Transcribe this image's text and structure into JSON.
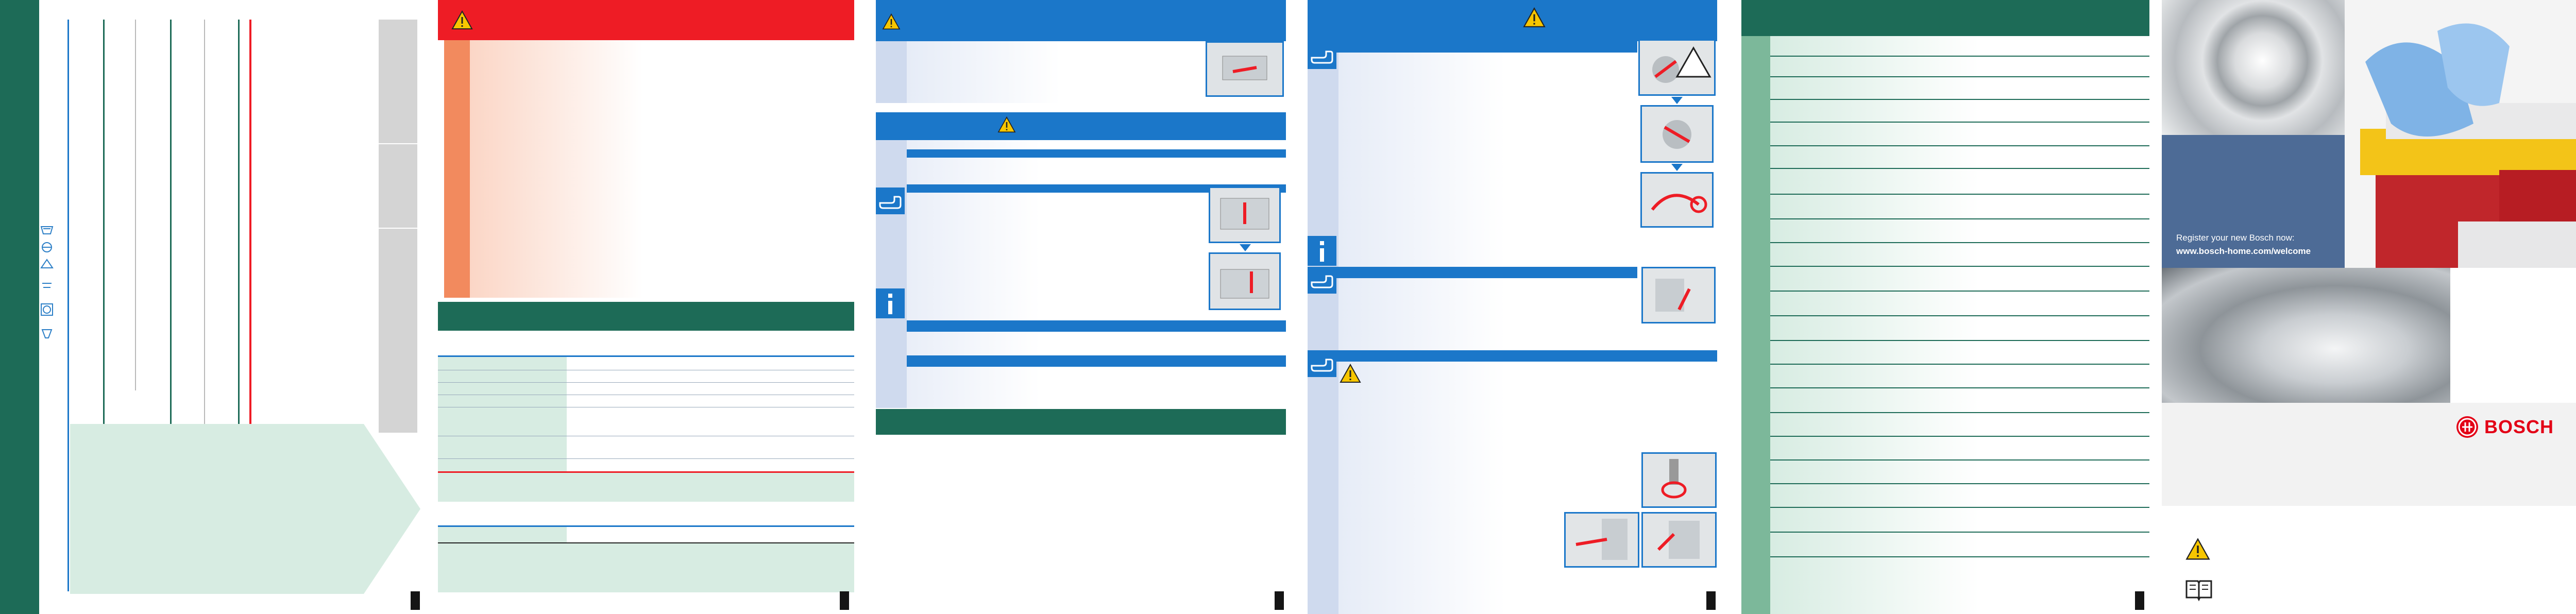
{
  "brand": {
    "logo_text": "BOSCH",
    "register_line": "Register your new Bosch now:",
    "register_url": "www.bosch-home.com/welcome"
  },
  "colors": {
    "green_dark": "#1d6b57",
    "green_light": "#d7ece2",
    "green_side": "#7cb89a",
    "red": "#ee1c25",
    "orange": "#f28a5e",
    "blue": "#1b77c9",
    "blue_side": "#cfdaee",
    "steel_blue": "#4d6b96",
    "warning_yellow": "#f7c600"
  },
  "icons": [
    "warning-icon",
    "hand-icon",
    "info-icon",
    "manual-book-icon",
    "bosch-logo-icon",
    "care-symbols-icon"
  ]
}
